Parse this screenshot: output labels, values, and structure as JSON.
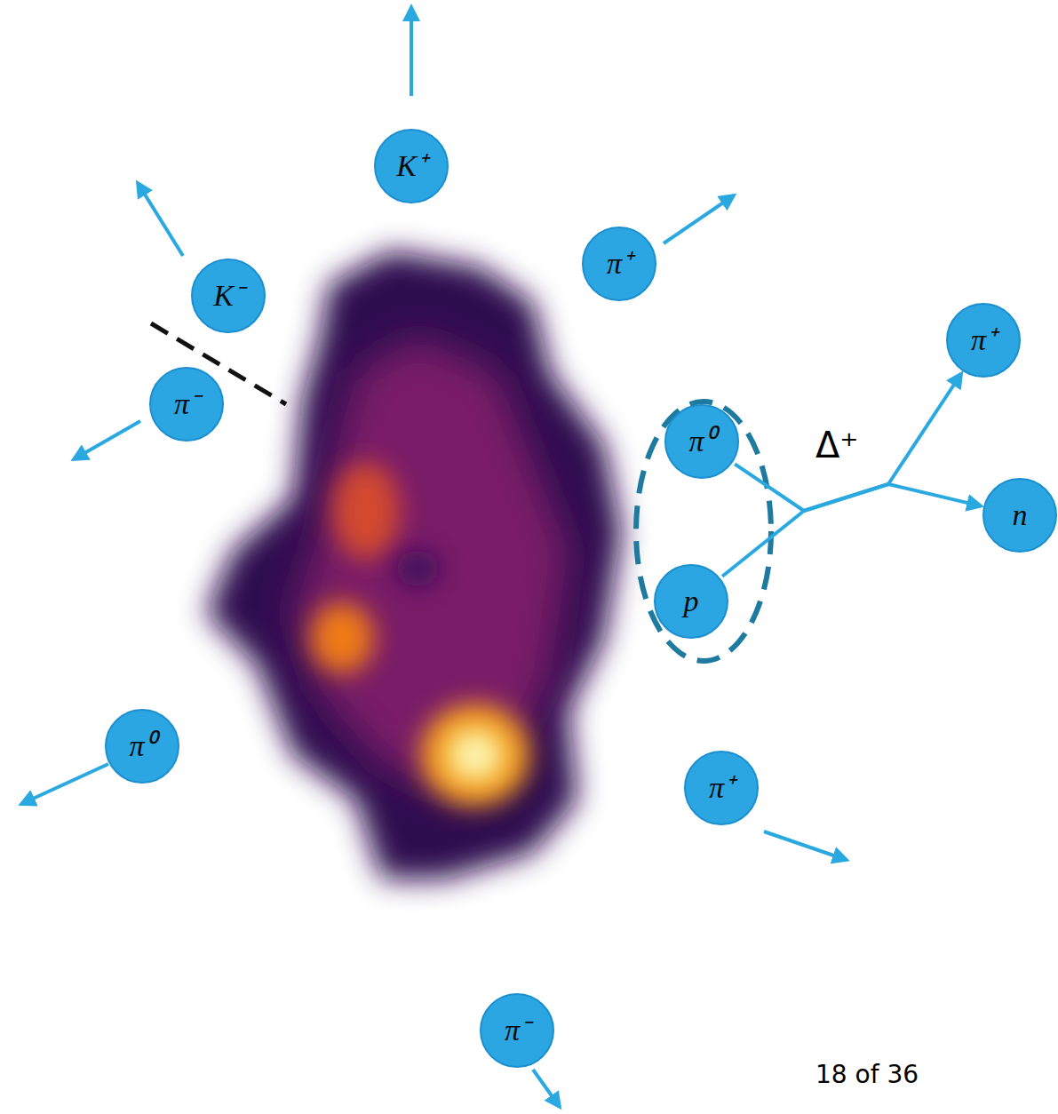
{
  "diagram": {
    "nodes": [
      {
        "text": [
          "K⁺"
        ]
      },
      {
        "text": [
          "π⁺"
        ]
      },
      {
        "text": [
          "K⁻"
        ]
      },
      {
        "text": [
          "π⁺"
        ]
      },
      {
        "text": [
          "π⁻"
        ]
      },
      {
        "text": [
          "π⁰"
        ]
      },
      {
        "text": [
          "p"
        ]
      },
      {
        "text": [
          "n"
        ]
      },
      {
        "text": [
          "π⁰"
        ]
      },
      {
        "text": [
          "π⁺"
        ]
      },
      {
        "text": [
          "π⁻"
        ]
      }
    ],
    "edges": [
      {
        "from": 5,
        "to": 3,
        "arrow": "to"
      },
      {
        "from": 6,
        "to": 7,
        "arrow": "to"
      }
    ],
    "labels": [
      "Δ⁺",
      "18 of 36"
    ]
  }
}
